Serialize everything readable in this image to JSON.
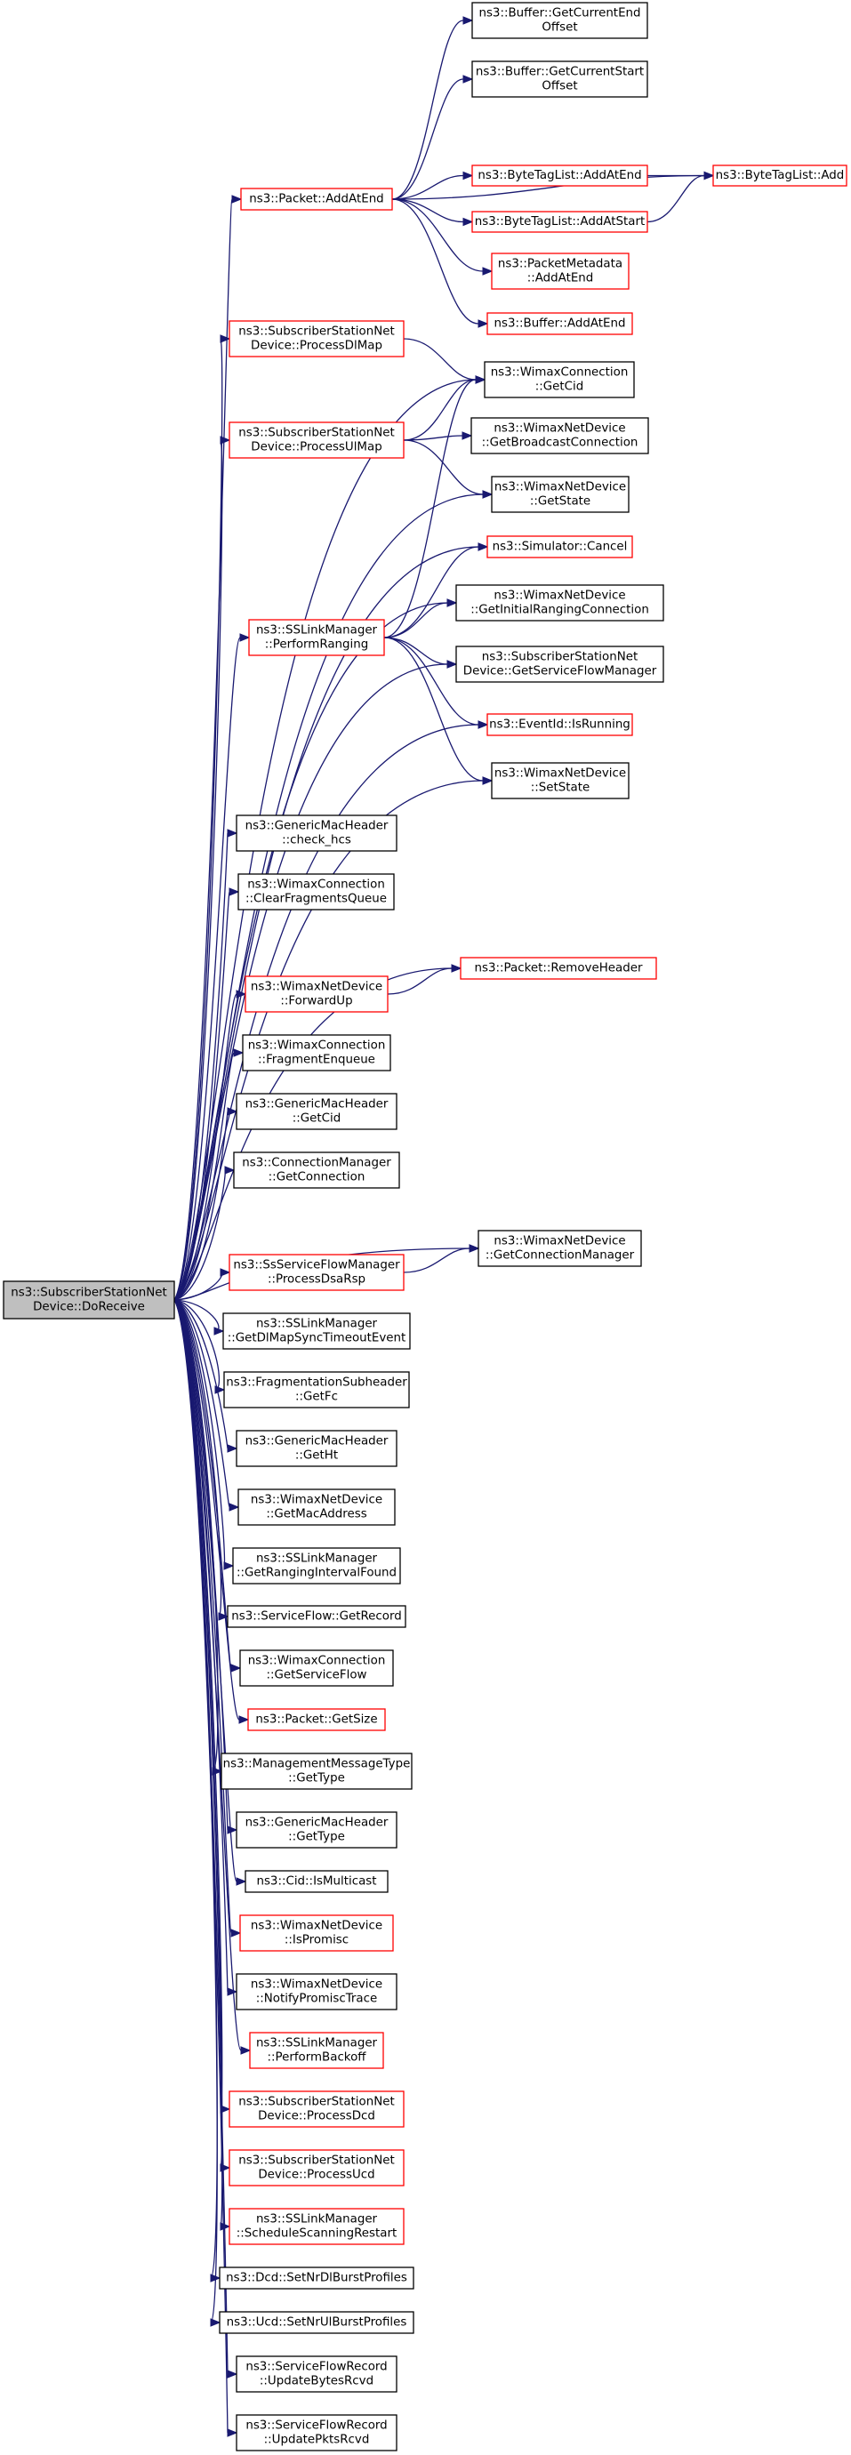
{
  "root": {
    "id": "root",
    "lines": [
      "ns3::SubscriberStationNet",
      "Device::DoReceive"
    ]
  },
  "nodes": [
    {
      "id": "getCurEnd",
      "lines": [
        "ns3::Buffer::GetCurrentEnd",
        "Offset"
      ],
      "border": "black"
    },
    {
      "id": "getCurStart",
      "lines": [
        "ns3::Buffer::GetCurrentStart",
        "Offset"
      ],
      "border": "black"
    },
    {
      "id": "btlAdd",
      "lines": [
        "ns3::ByteTagList::Add"
      ],
      "border": "red"
    },
    {
      "id": "btlAddAtEnd",
      "lines": [
        "ns3::ByteTagList::AddAtEnd"
      ],
      "border": "red"
    },
    {
      "id": "pktAddAtEnd",
      "lines": [
        "ns3::Packet::AddAtEnd"
      ],
      "border": "red"
    },
    {
      "id": "btlAddAtStart",
      "lines": [
        "ns3::ByteTagList::AddAtStart"
      ],
      "border": "red"
    },
    {
      "id": "pmAddAtEnd",
      "lines": [
        "ns3::PacketMetadata",
        "::AddAtEnd"
      ],
      "border": "red"
    },
    {
      "id": "bufAddAtEnd",
      "lines": [
        "ns3::Buffer::AddAtEnd"
      ],
      "border": "red"
    },
    {
      "id": "procDlMap",
      "lines": [
        "ns3::SubscriberStationNet",
        "Device::ProcessDlMap"
      ],
      "border": "red"
    },
    {
      "id": "wcGetCid",
      "lines": [
        "ns3::WimaxConnection",
        "::GetCid"
      ],
      "border": "black"
    },
    {
      "id": "procUlMap",
      "lines": [
        "ns3::SubscriberStationNet",
        "Device::ProcessUlMap"
      ],
      "border": "red"
    },
    {
      "id": "getBcastConn",
      "lines": [
        "ns3::WimaxNetDevice",
        "::GetBroadcastConnection"
      ],
      "border": "black"
    },
    {
      "id": "getState",
      "lines": [
        "ns3::WimaxNetDevice",
        "::GetState"
      ],
      "border": "black"
    },
    {
      "id": "simCancel",
      "lines": [
        "ns3::Simulator::Cancel"
      ],
      "border": "red"
    },
    {
      "id": "getInitRng",
      "lines": [
        "ns3::WimaxNetDevice",
        "::GetInitialRangingConnection"
      ],
      "border": "black"
    },
    {
      "id": "perfRanging",
      "lines": [
        "ns3::SSLinkManager",
        "::PerformRanging"
      ],
      "border": "red"
    },
    {
      "id": "getSfMgr",
      "lines": [
        "ns3::SubscriberStationNet",
        "Device::GetServiceFlowManager"
      ],
      "border": "black"
    },
    {
      "id": "isRunning",
      "lines": [
        "ns3::EventId::IsRunning"
      ],
      "border": "red"
    },
    {
      "id": "setState",
      "lines": [
        "ns3::WimaxNetDevice",
        "::SetState"
      ],
      "border": "black"
    },
    {
      "id": "checkHcs",
      "lines": [
        "ns3::GenericMacHeader",
        "::check_hcs"
      ],
      "border": "black"
    },
    {
      "id": "clrFrag",
      "lines": [
        "ns3::WimaxConnection",
        "::ClearFragmentsQueue"
      ],
      "border": "black"
    },
    {
      "id": "rmHeader",
      "lines": [
        "ns3::Packet::RemoveHeader"
      ],
      "border": "red"
    },
    {
      "id": "fwdUp",
      "lines": [
        "ns3::WimaxNetDevice",
        "::ForwardUp"
      ],
      "border": "red"
    },
    {
      "id": "fragEnq",
      "lines": [
        "ns3::WimaxConnection",
        "::FragmentEnqueue"
      ],
      "border": "black"
    },
    {
      "id": "gmhGetCid",
      "lines": [
        "ns3::GenericMacHeader",
        "::GetCid"
      ],
      "border": "black"
    },
    {
      "id": "getConn",
      "lines": [
        "ns3::ConnectionManager",
        "::GetConnection"
      ],
      "border": "black"
    },
    {
      "id": "getConnMgr",
      "lines": [
        "ns3::WimaxNetDevice",
        "::GetConnectionManager"
      ],
      "border": "black"
    },
    {
      "id": "procDsaRsp",
      "lines": [
        "ns3::SsServiceFlowManager",
        "::ProcessDsaRsp"
      ],
      "border": "red"
    },
    {
      "id": "getDlMapEv",
      "lines": [
        "ns3::SSLinkManager",
        "::GetDlMapSyncTimeoutEvent"
      ],
      "border": "black"
    },
    {
      "id": "getFc",
      "lines": [
        "ns3::FragmentationSubheader",
        "::GetFc"
      ],
      "border": "black"
    },
    {
      "id": "getHt",
      "lines": [
        "ns3::GenericMacHeader",
        "::GetHt"
      ],
      "border": "black"
    },
    {
      "id": "getMac",
      "lines": [
        "ns3::WimaxNetDevice",
        "::GetMacAddress"
      ],
      "border": "black"
    },
    {
      "id": "getRngFound",
      "lines": [
        "ns3::SSLinkManager",
        "::GetRangingIntervalFound"
      ],
      "border": "black"
    },
    {
      "id": "sfGetRecord",
      "lines": [
        "ns3::ServiceFlow::GetRecord"
      ],
      "border": "black"
    },
    {
      "id": "wcGetSf",
      "lines": [
        "ns3::WimaxConnection",
        "::GetServiceFlow"
      ],
      "border": "black"
    },
    {
      "id": "pktGetSize",
      "lines": [
        "ns3::Packet::GetSize"
      ],
      "border": "red"
    },
    {
      "id": "mmtGetType",
      "lines": [
        "ns3::ManagementMessageType",
        "::GetType"
      ],
      "border": "black"
    },
    {
      "id": "gmhGetType",
      "lines": [
        "ns3::GenericMacHeader",
        "::GetType"
      ],
      "border": "black"
    },
    {
      "id": "isMcast",
      "lines": [
        "ns3::Cid::IsMulticast"
      ],
      "border": "black"
    },
    {
      "id": "isPromisc",
      "lines": [
        "ns3::WimaxNetDevice",
        "::IsPromisc"
      ],
      "border": "red"
    },
    {
      "id": "notifyPromisc",
      "lines": [
        "ns3::WimaxNetDevice",
        "::NotifyPromiscTrace"
      ],
      "border": "black"
    },
    {
      "id": "perfBackoff",
      "lines": [
        "ns3::SSLinkManager",
        "::PerformBackoff"
      ],
      "border": "red"
    },
    {
      "id": "procDcd",
      "lines": [
        "ns3::SubscriberStationNet",
        "Device::ProcessDcd"
      ],
      "border": "red"
    },
    {
      "id": "procUcd",
      "lines": [
        "ns3::SubscriberStationNet",
        "Device::ProcessUcd"
      ],
      "border": "red"
    },
    {
      "id": "schedScan",
      "lines": [
        "ns3::SSLinkManager",
        "::ScheduleScanningRestart"
      ],
      "border": "red"
    },
    {
      "id": "dcdSetNr",
      "lines": [
        "ns3::Dcd::SetNrDlBurstProfiles"
      ],
      "border": "black"
    },
    {
      "id": "ucdSetNr",
      "lines": [
        "ns3::Ucd::SetNrUlBurstProfiles"
      ],
      "border": "black"
    },
    {
      "id": "updBytes",
      "lines": [
        "ns3::ServiceFlowRecord",
        "::UpdateBytesRcvd"
      ],
      "border": "black"
    },
    {
      "id": "updPkts",
      "lines": [
        "ns3::ServiceFlowRecord",
        "::UpdatePktsRcvd"
      ],
      "border": "black"
    }
  ],
  "edges": [
    [
      "root",
      "pktAddAtEnd"
    ],
    [
      "root",
      "wcGetCid"
    ],
    [
      "root",
      "procDlMap"
    ],
    [
      "root",
      "procUlMap"
    ],
    [
      "root",
      "getState"
    ],
    [
      "root",
      "simCancel"
    ],
    [
      "root",
      "getInitRng"
    ],
    [
      "root",
      "perfRanging"
    ],
    [
      "root",
      "getSfMgr"
    ],
    [
      "root",
      "isRunning"
    ],
    [
      "root",
      "setState"
    ],
    [
      "root",
      "checkHcs"
    ],
    [
      "root",
      "clrFrag"
    ],
    [
      "root",
      "rmHeader"
    ],
    [
      "root",
      "fwdUp"
    ],
    [
      "root",
      "fragEnq"
    ],
    [
      "root",
      "gmhGetCid"
    ],
    [
      "root",
      "getConn"
    ],
    [
      "root",
      "getConnMgr"
    ],
    [
      "root",
      "procDsaRsp"
    ],
    [
      "root",
      "getDlMapEv"
    ],
    [
      "root",
      "getFc"
    ],
    [
      "root",
      "getHt"
    ],
    [
      "root",
      "getMac"
    ],
    [
      "root",
      "getRngFound"
    ],
    [
      "root",
      "sfGetRecord"
    ],
    [
      "root",
      "wcGetSf"
    ],
    [
      "root",
      "pktGetSize"
    ],
    [
      "root",
      "mmtGetType"
    ],
    [
      "root",
      "gmhGetType"
    ],
    [
      "root",
      "isMcast"
    ],
    [
      "root",
      "isPromisc"
    ],
    [
      "root",
      "notifyPromisc"
    ],
    [
      "root",
      "perfBackoff"
    ],
    [
      "root",
      "procDcd"
    ],
    [
      "root",
      "procUcd"
    ],
    [
      "root",
      "schedScan"
    ],
    [
      "root",
      "dcdSetNr"
    ],
    [
      "root",
      "ucdSetNr"
    ],
    [
      "root",
      "updBytes"
    ],
    [
      "root",
      "updPkts"
    ],
    [
      "pktAddAtEnd",
      "getCurEnd"
    ],
    [
      "pktAddAtEnd",
      "getCurStart"
    ],
    [
      "pktAddAtEnd",
      "btlAdd"
    ],
    [
      "pktAddAtEnd",
      "btlAddAtEnd"
    ],
    [
      "pktAddAtEnd",
      "btlAddAtStart"
    ],
    [
      "pktAddAtEnd",
      "pmAddAtEnd"
    ],
    [
      "pktAddAtEnd",
      "bufAddAtEnd"
    ],
    [
      "btlAddAtEnd",
      "btlAdd"
    ],
    [
      "btlAddAtStart",
      "btlAdd"
    ],
    [
      "procDlMap",
      "wcGetCid"
    ],
    [
      "procUlMap",
      "wcGetCid"
    ],
    [
      "procUlMap",
      "getBcastConn"
    ],
    [
      "procUlMap",
      "getState"
    ],
    [
      "perfRanging",
      "wcGetCid"
    ],
    [
      "perfRanging",
      "simCancel"
    ],
    [
      "perfRanging",
      "getInitRng"
    ],
    [
      "perfRanging",
      "getSfMgr"
    ],
    [
      "perfRanging",
      "isRunning"
    ],
    [
      "perfRanging",
      "setState"
    ],
    [
      "fwdUp",
      "rmHeader"
    ],
    [
      "procDsaRsp",
      "getConnMgr"
    ]
  ]
}
